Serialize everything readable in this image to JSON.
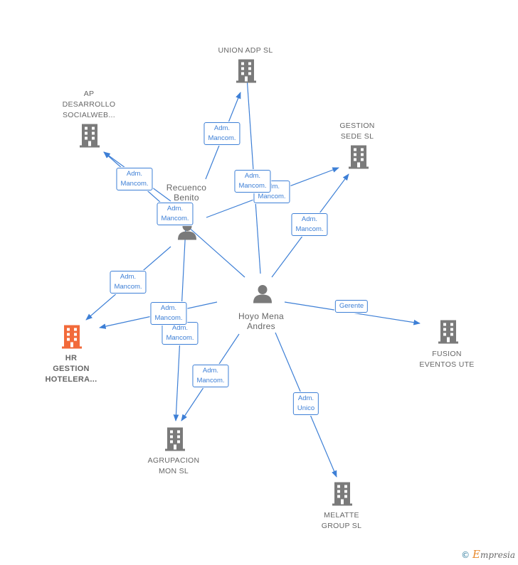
{
  "colors": {
    "edge": "#3d7fd6",
    "company_icon": "#7a7a7a",
    "highlight_icon": "#f26a3a",
    "person_icon": "#7a7a7a",
    "label": "#666666"
  },
  "nodes": {
    "union_adp": {
      "label": "UNION ADP  SL",
      "kind": "company",
      "icon": "building-icon"
    },
    "ap_desarrollo": {
      "label": "AP\nDESARROLLO\nSOCIALWEB...",
      "kind": "company",
      "icon": "building-icon"
    },
    "gestion_sede": {
      "label": "GESTION\nSEDE  SL",
      "kind": "company",
      "icon": "building-icon"
    },
    "recuenco": {
      "label": "Recuenco\nBenito",
      "kind": "person",
      "icon": "person-icon"
    },
    "hoyo_mena": {
      "label": "Hoyo Mena\nAndres",
      "kind": "person",
      "icon": "person-icon"
    },
    "hr_gestion": {
      "label": "HR\nGESTION\nHOTELERA...",
      "kind": "company-highlight",
      "icon": "building-icon"
    },
    "fusion_eventos": {
      "label": "FUSION\nEVENTOS UTE",
      "kind": "company",
      "icon": "building-icon"
    },
    "agrupacion_mon": {
      "label": "AGRUPACION\nMON  SL",
      "kind": "company",
      "icon": "building-icon"
    },
    "melatte_group": {
      "label": "MELATTE\nGROUP  SL",
      "kind": "company",
      "icon": "building-icon"
    }
  },
  "relations": [
    {
      "from": "recuenco",
      "to": "union_adp",
      "label": "Adm.\nMancom."
    },
    {
      "from": "recuenco",
      "to": "ap_desarrollo",
      "label": "Adm.\nMancom."
    },
    {
      "from": "recuenco",
      "to": "gestion_sede",
      "label": "Adm.\nMancom."
    },
    {
      "from": "recuenco",
      "to": "hr_gestion",
      "label": "Adm.\nMancom."
    },
    {
      "from": "recuenco",
      "to": "agrupacion_mon",
      "label": "Adm.\nMancom."
    },
    {
      "from": "hoyo_mena",
      "to": "union_adp",
      "label": "Adm.\nMancom."
    },
    {
      "from": "hoyo_mena",
      "to": "gestion_sede",
      "label": "Adm.\nMancom."
    },
    {
      "from": "hoyo_mena",
      "to": "hr_gestion",
      "label": "Adm.\nMancom."
    },
    {
      "from": "hoyo_mena",
      "to": "agrupacion_mon",
      "label": "Adm.\nMancom."
    },
    {
      "from": "hoyo_mena",
      "to": "fusion_eventos",
      "label": "Gerente"
    },
    {
      "from": "hoyo_mena",
      "to": "melatte_group",
      "label": "Adm.\nUnico"
    },
    {
      "from": "hoyo_mena",
      "to": "ap_desarrollo",
      "label": ""
    }
  ],
  "credit": {
    "symbol": "©",
    "brand_initial": "E",
    "brand_rest": "mpresia"
  }
}
